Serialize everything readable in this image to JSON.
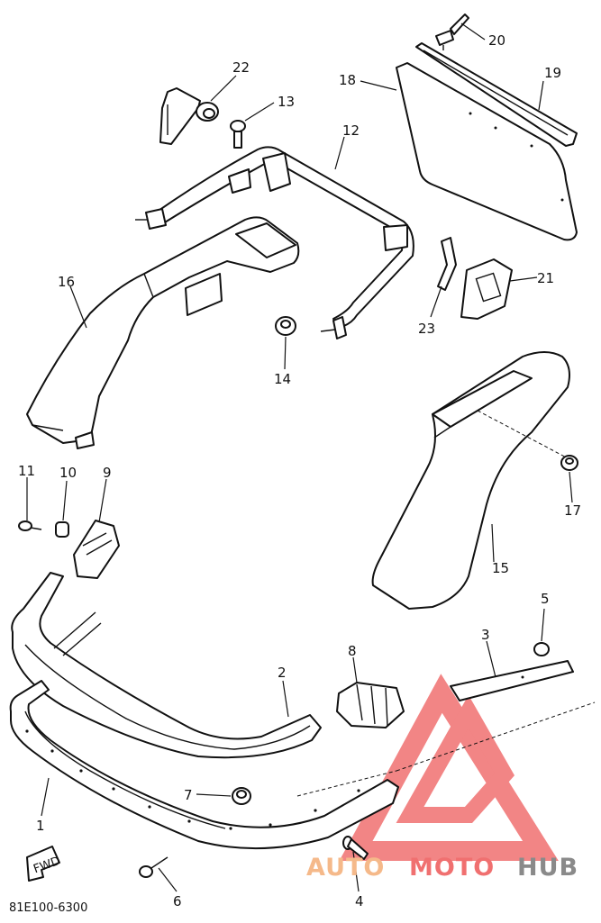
{
  "diagram_code": "81E100-6300",
  "fwd_label": "FWD",
  "watermark": {
    "text_left": "AUTO",
    "text_mid": "MOTO",
    "text_right": "HUB",
    "color_primary": "#f07070",
    "color_secondary": "#f5b98a",
    "color_dark": "#8a8a8a"
  },
  "callouts": [
    {
      "id": "1",
      "text": "1"
    },
    {
      "id": "2",
      "text": "2"
    },
    {
      "id": "3",
      "text": "3"
    },
    {
      "id": "4",
      "text": "4"
    },
    {
      "id": "5",
      "text": "5"
    },
    {
      "id": "6",
      "text": "6"
    },
    {
      "id": "7",
      "text": "7"
    },
    {
      "id": "8",
      "text": "8"
    },
    {
      "id": "9",
      "text": "9"
    },
    {
      "id": "10",
      "text": "10"
    },
    {
      "id": "11",
      "text": "11"
    },
    {
      "id": "12",
      "text": "12"
    },
    {
      "id": "13",
      "text": "13"
    },
    {
      "id": "14",
      "text": "14"
    },
    {
      "id": "15",
      "text": "15"
    },
    {
      "id": "16",
      "text": "16"
    },
    {
      "id": "17",
      "text": "17"
    },
    {
      "id": "18",
      "text": "18"
    },
    {
      "id": "19",
      "text": "19"
    },
    {
      "id": "20",
      "text": "20"
    },
    {
      "id": "21",
      "text": "21"
    },
    {
      "id": "22",
      "text": "22"
    },
    {
      "id": "23",
      "text": "23"
    }
  ]
}
